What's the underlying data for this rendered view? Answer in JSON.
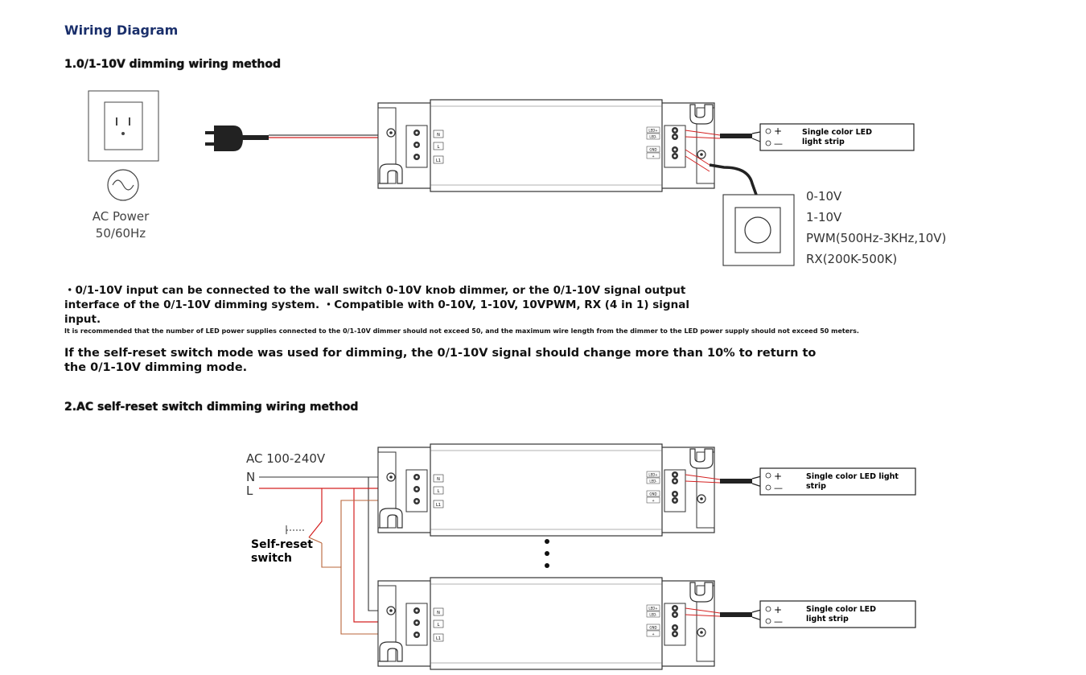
{
  "page_title": "Wiring Diagram",
  "section1": {
    "heading": "1.0/1-10V dimming wiring method",
    "ac_power": [
      "AC Power",
      "50/60Hz"
    ],
    "dimmer_signals": [
      "0-10V",
      "1-10V",
      "PWM(500Hz-3KHz,10V)",
      "RX(200K-500K)"
    ],
    "led_label": [
      "Single color LED",
      "light strip"
    ],
    "bullet_text": "・0/1-10V input can be connected to the wall switch 0-10V knob dimmer, or the 0/1-10V signal output interface of the 0/1-10V dimming system. ・Compatible with 0-10V, 1-10V, 10VPWM, RX (4 in 1) signal input.",
    "recommendation": "It is recommended that the number of LED power supplies connected to the 0/1-10V dimmer should not exceed 50, and the maximum wire length from the dimmer to the LED power supply should not exceed 50 meters.",
    "self_reset_note": "If the self-reset switch mode was used for dimming, the 0/1-10V signal should change more than 10% to return to the 0/1-10V dimming mode."
  },
  "section2": {
    "heading": "2.AC self-reset switch dimming wiring method",
    "ac_voltage": "AC 100-240V",
    "wire_n": "N",
    "wire_l": "L",
    "switch_label": [
      "Self-reset",
      "switch"
    ],
    "led_label_top": [
      "Single color LED light",
      "strip"
    ],
    "led_label_bottom": [
      "Single color LED",
      "light strip"
    ]
  },
  "driver_terminals": {
    "input": [
      "N",
      "L",
      "L1"
    ],
    "output": [
      "LED+",
      "LED-",
      "GND",
      "+"
    ],
    "symbols": {
      "plus": "+",
      "minus": "—"
    }
  },
  "colors": {
    "title": "#1a2f6b",
    "red_wire": "#d42020",
    "brown_wire": "#b8643a",
    "black_wire": "#111111"
  }
}
